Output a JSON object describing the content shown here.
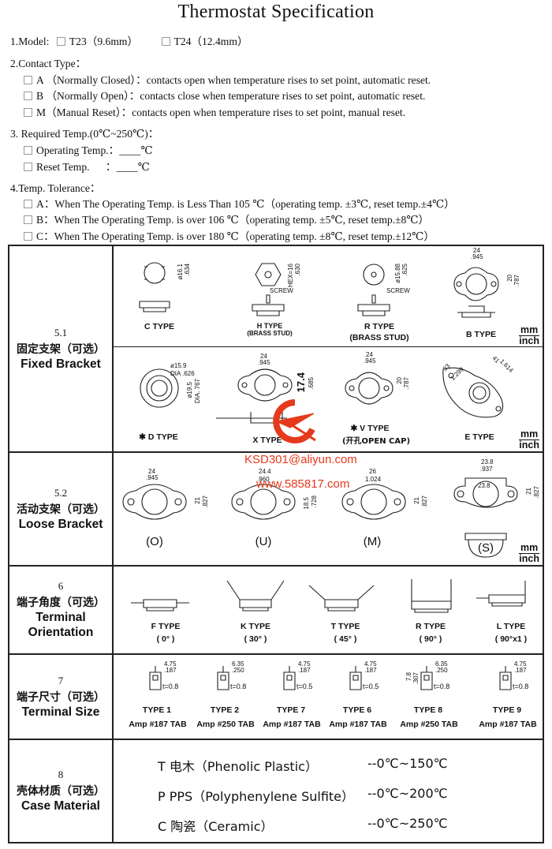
{
  "title": "Thermostat Specification",
  "model": {
    "label": "1.Model:",
    "options": [
      "T23（9.6mm）",
      "T24（12.4mm）"
    ]
  },
  "contact": {
    "label": "2.Contact Type：",
    "options": [
      "A （Normally Closed）：contacts open when temperature rises to set point, automatic reset.",
      "B （Normally Open）：contacts close when temperature rises to set point, automatic reset.",
      "M（Manual Reset）：contacts open when temperature rises to set point, manual reset."
    ]
  },
  "required": {
    "label": "3.  Required Temp.(0℃~250℃)：",
    "operating": "Operating Temp.：____℃",
    "reset": "Reset Temp.      ：____℃"
  },
  "tolerance": {
    "label": "4.Temp. Tolerance：",
    "options": [
      "A：When The Operating Temp. is Less Than 105 ℃（operating temp. ±3℃,  reset temp.±4℃）",
      "B：When The Operating Temp. is over 106 ℃（operating temp. ±5℃,  reset temp.±8℃）",
      "C：When The Operating Temp. is over 180 ℃（operating temp. ±8℃,  reset temp.±12℃）"
    ]
  },
  "fixed": {
    "num": "5.1",
    "cn": "固定支架（可选）",
    "en": "Fixed Bracket",
    "types": [
      "C TYPE",
      "H TYPE",
      "(BRASS STUD)",
      "R TYPE",
      "(BRASS STUD)",
      "B TYPE",
      "✱  D TYPE",
      "X TYPE",
      "✱ V TYPE",
      "(开孔OPEN CAP)",
      "E TYPE"
    ],
    "screw": "SCREW",
    "dims": [
      "ø16.1",
      ".634",
      "HEX=16",
      ".630",
      "ø15.88",
      ".625",
      "24",
      ".945",
      "20",
      ".787",
      "ø15.9",
      "DIA .626",
      "ø19.5",
      "DIA. 767",
      "24",
      ".945",
      "17.4",
      ".685",
      "24",
      ".945",
      "20",
      ".787",
      "33",
      "1.299",
      "41",
      "1.614"
    ]
  },
  "loose": {
    "num": "5.2",
    "cn": "活动支架（可选）",
    "en": "Loose Bracket",
    "types": [
      "(O)",
      "(U)",
      "(M)",
      "(S)"
    ],
    "dims": [
      "24",
      ".945",
      "21",
      ".827",
      "24.4",
      ".960",
      "18.5",
      ".728",
      "26",
      "1.024",
      "21",
      ".827",
      "23.8",
      ".937",
      "23.8",
      "21",
      ".827"
    ]
  },
  "terminal_orientation": {
    "num": "6",
    "cn": "端子角度（可选）",
    "en": [
      "Terminal",
      "Orientation"
    ],
    "types": [
      {
        "name": "F TYPE",
        "angle": "( 0° )"
      },
      {
        "name": "K TYPE",
        "angle": "( 30° )"
      },
      {
        "name": "T TYPE",
        "angle": "( 45° )"
      },
      {
        "name": "R TYPE",
        "angle": "( 90° )"
      },
      {
        "name": "L TYPE",
        "angle": "( 90°x1 )"
      }
    ]
  },
  "terminal_size": {
    "num": "7",
    "cn": "端子尺寸（可选）",
    "en": "Terminal Size",
    "types": [
      {
        "name": "TYPE 1",
        "tab": "Amp #187 TAB",
        "w": "4.75",
        "w2": ".187",
        "t": "t=0.8"
      },
      {
        "name": "TYPE 2",
        "tab": "Amp #250 TAB",
        "w": "6.35",
        "w2": ".250",
        "t": "t=0.8"
      },
      {
        "name": "TYPE 7",
        "tab": "Amp #187 TAB",
        "w": "4.75",
        "w2": ".187",
        "t": "t=0.5"
      },
      {
        "name": "TYPE  6",
        "tab": "Amp #187 TAB",
        "w": "4.75",
        "w2": ".187",
        "t": "t=0.5"
      },
      {
        "name": "TYPE  8",
        "tab": "Amp #250 TAB",
        "w": "6.35",
        "w2": ".250",
        "t": "t=0.8",
        "h": "7.8",
        "h2": ".307"
      },
      {
        "name": "TYPE  9",
        "tab": "Amp #187 TAB",
        "w": "4.75",
        "w2": ".187",
        "t": "t=0.8"
      }
    ]
  },
  "case": {
    "num": "8",
    "cn": "壳体材质（可选）",
    "en": "Case Material",
    "items": [
      {
        "name": "T 电木（Phenolic Plastic）",
        "range": "--0℃~150℃"
      },
      {
        "name": "P PPS（Polyphenylene Sulfite）",
        "range": "--0℃~200℃"
      },
      {
        "name": "C 陶瓷（Ceramic）",
        "range": "--0℃~250℃"
      }
    ]
  },
  "units": {
    "mm": "mm",
    "inch": "inch"
  },
  "watermark": {
    "email": "KSD301@aliyun.com",
    "url": "www.585817.com"
  },
  "colors": {
    "watermark": "#e53a1b",
    "border": "#222222"
  }
}
